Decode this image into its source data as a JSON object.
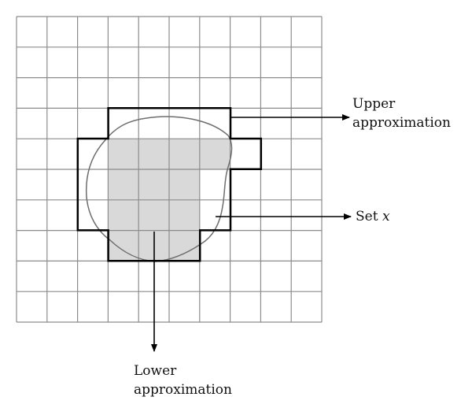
{
  "labels": {
    "upper_line1": "Upper",
    "upper_line2": "approximation",
    "set_prefix": "Set ",
    "set_var": "x",
    "lower_line1": "Lower",
    "lower_line2": "approximation"
  },
  "colors": {
    "grid": "#8c8c8c",
    "lower_fill": "#d9d9d9",
    "upper_outline": "#000000",
    "set_curve": "#6e6e6e",
    "arrow": "#000000"
  },
  "grid": {
    "rows": 10,
    "cols": 10
  },
  "lower_approximation_cells": [
    [
      3,
      4
    ],
    [
      4,
      4
    ],
    [
      5,
      4
    ],
    [
      6,
      4
    ],
    [
      3,
      5
    ],
    [
      4,
      5
    ],
    [
      5,
      5
    ],
    [
      3,
      6
    ],
    [
      4,
      6
    ],
    [
      5,
      6
    ],
    [
      3,
      7
    ],
    [
      4,
      7
    ],
    [
      5,
      7
    ]
  ]
}
